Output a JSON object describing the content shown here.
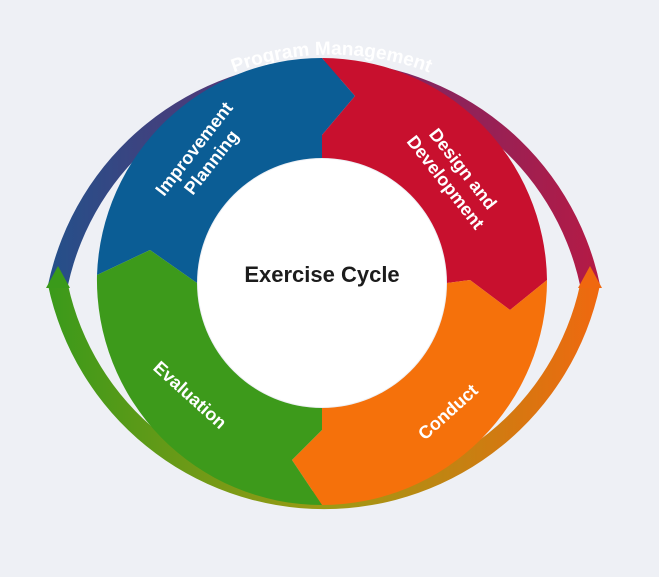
{
  "diagram": {
    "center_title": "Exercise Cycle",
    "outer_ring_label": "Program Management",
    "segments": [
      {
        "key": "improvement",
        "label_lines": [
          "Improvement",
          "Planning"
        ],
        "color": "#0b5d95"
      },
      {
        "key": "design",
        "label_lines": [
          "Design and",
          "Development"
        ],
        "color": "#c8102e"
      },
      {
        "key": "conduct",
        "label_lines": [
          "Conduct"
        ],
        "color": "#f5710b"
      },
      {
        "key": "evaluation",
        "label_lines": [
          "Evaluation"
        ],
        "color": "#3d9a1b"
      }
    ],
    "outer_ring_colors": {
      "top_left": "#24508a",
      "top_center": "#6a2b6d",
      "top_right": "#b51a45",
      "right": "#f0680f",
      "bottom": "#9c9a14",
      "left": "#3a9a1a"
    }
  }
}
